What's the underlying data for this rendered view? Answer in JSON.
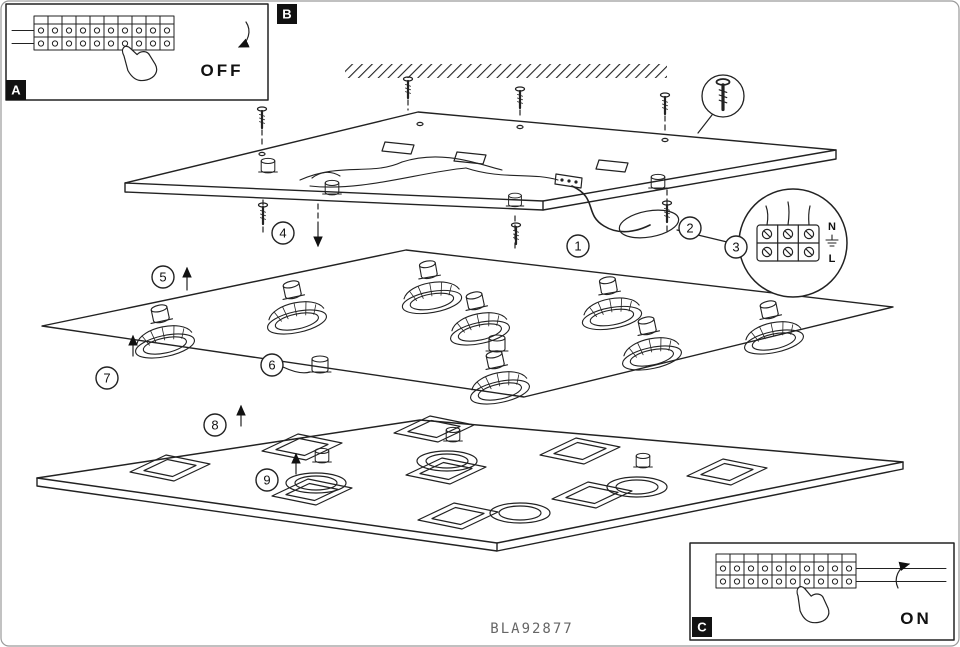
{
  "diagram": {
    "product_code": "BLA92877",
    "insets": {
      "a": {
        "label": "A",
        "state": "OFF"
      },
      "b": {
        "label": "B"
      },
      "c": {
        "label": "C",
        "state": "ON"
      }
    },
    "callouts": [
      "1",
      "2",
      "3",
      "4",
      "5",
      "6",
      "7",
      "8",
      "9"
    ],
    "detail_circle": {
      "neutral_label": "N",
      "live_label": "L"
    }
  }
}
